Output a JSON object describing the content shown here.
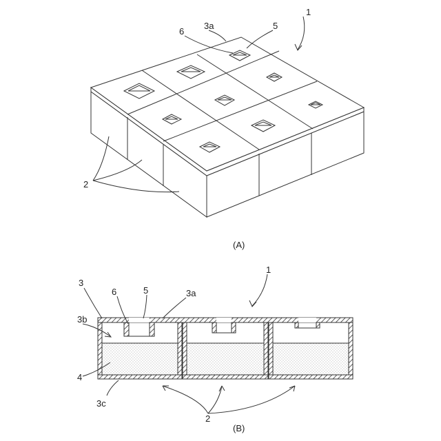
{
  "figure_a": {
    "caption": "(A)",
    "labels": {
      "device": "1",
      "cells": "2",
      "top_plate": "3a",
      "opening": "5",
      "rim": "6"
    }
  },
  "figure_b": {
    "caption": "(B)",
    "labels": {
      "device": "1",
      "cells": "2",
      "container": "3",
      "top_plate": "3a",
      "side_wall": "3b",
      "bottom": "3c",
      "contents": "4",
      "opening": "5",
      "rim": "6"
    }
  },
  "colors": {
    "line": "#333333",
    "fill_dots": "#bfbfbf"
  }
}
